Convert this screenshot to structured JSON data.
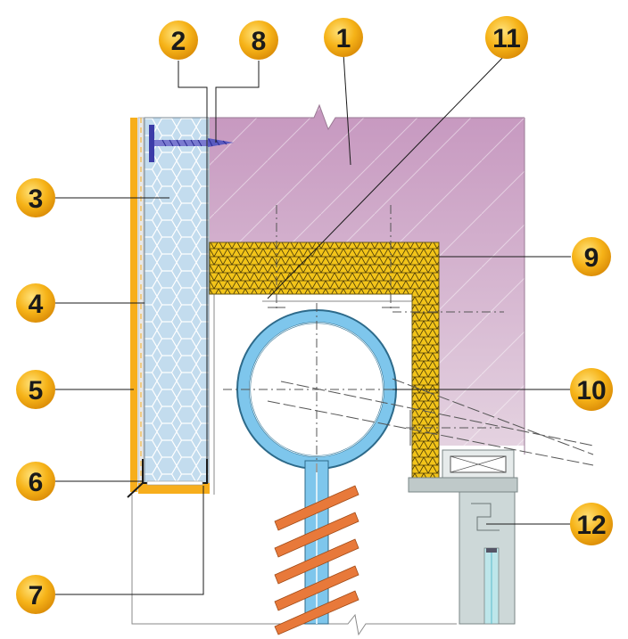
{
  "callouts": [
    {
      "id": "1",
      "label": "1"
    },
    {
      "id": "2",
      "label": "2"
    },
    {
      "id": "3",
      "label": "3"
    },
    {
      "id": "4",
      "label": "4"
    },
    {
      "id": "5",
      "label": "5"
    },
    {
      "id": "6",
      "label": "6"
    },
    {
      "id": "7",
      "label": "7"
    },
    {
      "id": "8",
      "label": "8"
    },
    {
      "id": "9",
      "label": "9"
    },
    {
      "id": "10",
      "label": "10"
    },
    {
      "id": "11",
      "label": "11"
    },
    {
      "id": "12",
      "label": "12"
    }
  ],
  "colors": {
    "wall": "#c89cc0",
    "wall_light": "#ddc3d8",
    "insulation_yellow": "#f2c41a",
    "facade_orange": "#f7ae1c",
    "panel_blue": "#bcd7ea",
    "pipe_blue": "#7ec6ec",
    "spring_orange": "#e8793a",
    "badge": "#f6b318",
    "frame_grey": "#cfd6d6"
  }
}
